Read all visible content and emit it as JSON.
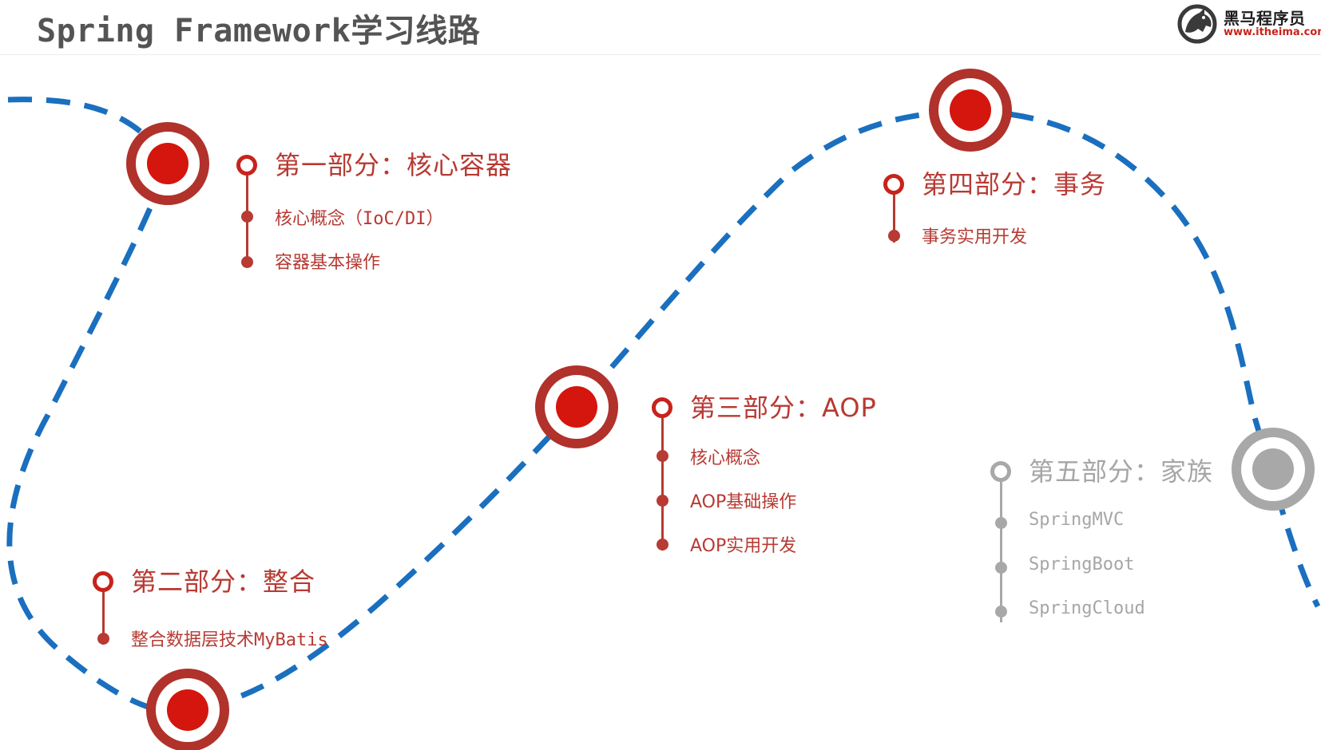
{
  "title": "Spring Framework学习线路",
  "logo": {
    "name": "黑马程序员",
    "url": "www.itheima.com"
  },
  "theme": {
    "accent": "#c8231b",
    "accent_text": "#b73a33",
    "path": "#1a6fbf",
    "muted": "#a8a8a8"
  },
  "sections": [
    {
      "heading": "第一部分：核心容器",
      "items": [
        "核心概念（IoC/DI）",
        "容器基本操作"
      ],
      "status": "active"
    },
    {
      "heading": "第二部分：整合",
      "items": [
        "整合数据层技术MyBatis"
      ],
      "status": "active"
    },
    {
      "heading": "第三部分：AOP",
      "items": [
        "核心概念",
        "AOP基础操作",
        "AOP实用开发"
      ],
      "status": "active"
    },
    {
      "heading": "第四部分：事务",
      "items": [
        "事务实用开发"
      ],
      "status": "active"
    },
    {
      "heading": "第五部分：家族",
      "items": [
        "SpringMVC",
        "SpringBoot",
        "SpringCloud"
      ],
      "status": "upcoming"
    }
  ]
}
